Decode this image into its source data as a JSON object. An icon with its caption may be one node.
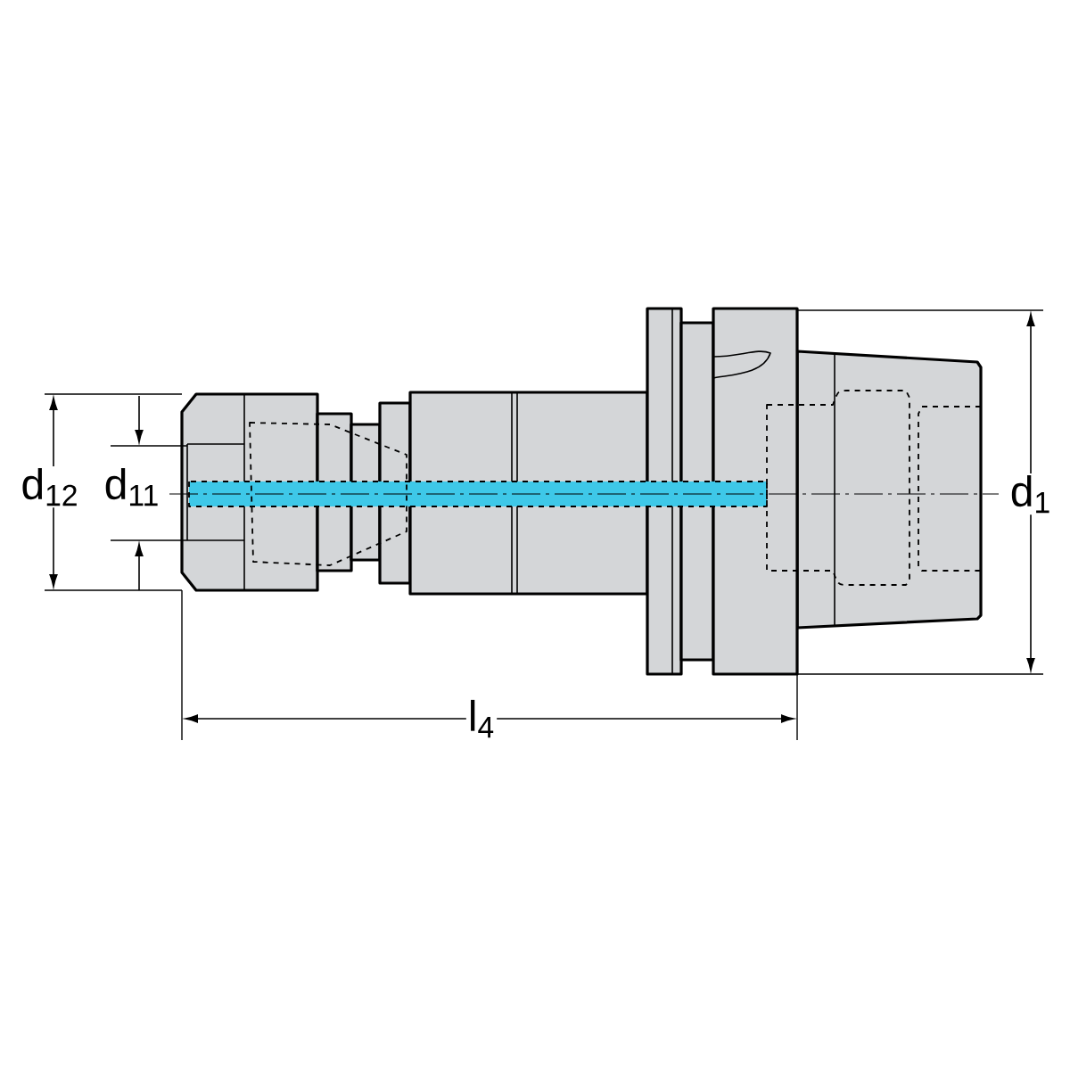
{
  "diagram": {
    "labels": [
      "d$_{12}$",
      "d$_{11}$",
      "d$_{1}$",
      "l$_{4}$"
    ]
  }
}
